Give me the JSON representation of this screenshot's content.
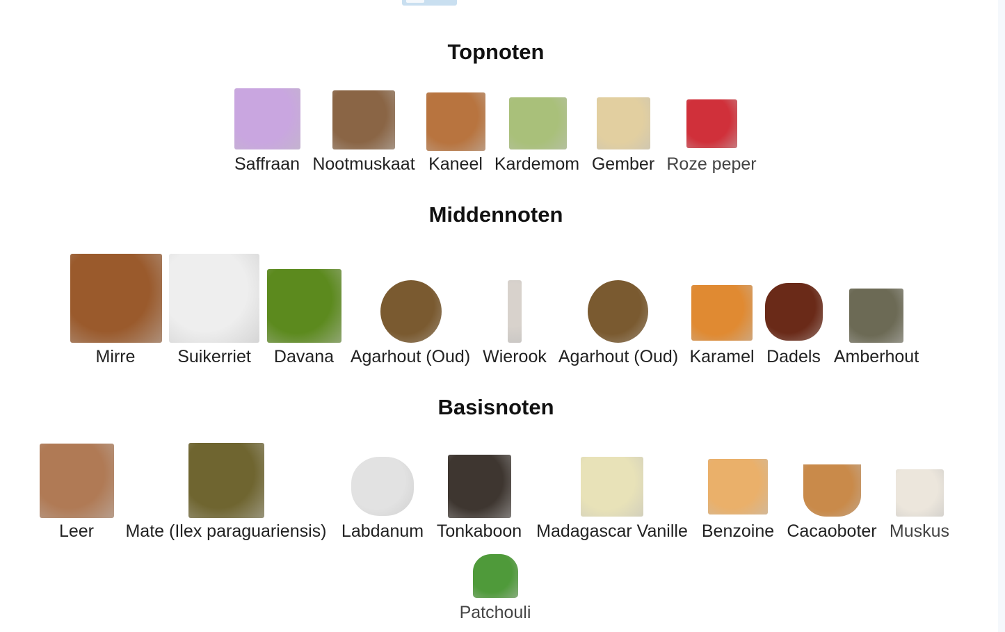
{
  "sections": {
    "top": {
      "title": "Topnoten",
      "items": [
        {
          "label": "Saffraan",
          "color": "#c9a6e0"
        },
        {
          "label": "Nootmuskaat",
          "color": "#8a6545"
        },
        {
          "label": "Kaneel",
          "color": "#b8743f"
        },
        {
          "label": "Kardemom",
          "color": "#a9c07a"
        },
        {
          "label": "Gember",
          "color": "#e2cfa0"
        },
        {
          "label": "Roze peper",
          "color": "#d0303a"
        }
      ]
    },
    "middle": {
      "title": "Middennoten",
      "items": [
        {
          "label": "Mirre",
          "color": "#9a5a2c"
        },
        {
          "label": "Suikerriet",
          "color": "#eeeeee"
        },
        {
          "label": "Davana",
          "color": "#5c8a1e"
        },
        {
          "label": "Agarhout (Oud)",
          "color": "#7a5a30"
        },
        {
          "label": "Wierook",
          "color": "#d8d2cc"
        },
        {
          "label": "Agarhout (Oud)",
          "color": "#7a5a30"
        },
        {
          "label": "Karamel",
          "color": "#e08a32"
        },
        {
          "label": "Dadels",
          "color": "#6a2a18"
        },
        {
          "label": "Amberhout",
          "color": "#6c6a55"
        }
      ]
    },
    "base": {
      "title": "Basisnoten",
      "items": [
        {
          "label": "Leer",
          "color": "#b07a55"
        },
        {
          "label": "Mate (Ilex paraguariensis)",
          "color": "#6f6530"
        },
        {
          "label": "Labdanum",
          "color": "#e2e2e2"
        },
        {
          "label": "Tonkaboon",
          "color": "#3e3630"
        },
        {
          "label": "Madagascar Vanille",
          "color": "#e8e2b8"
        },
        {
          "label": "Benzoine",
          "color": "#eab06a"
        },
        {
          "label": "Cacaoboter",
          "color": "#c98a4a"
        },
        {
          "label": "Muskus",
          "color": "#ece6dc"
        },
        {
          "label": "Patchouli",
          "color": "#4f9a3a"
        }
      ]
    }
  }
}
